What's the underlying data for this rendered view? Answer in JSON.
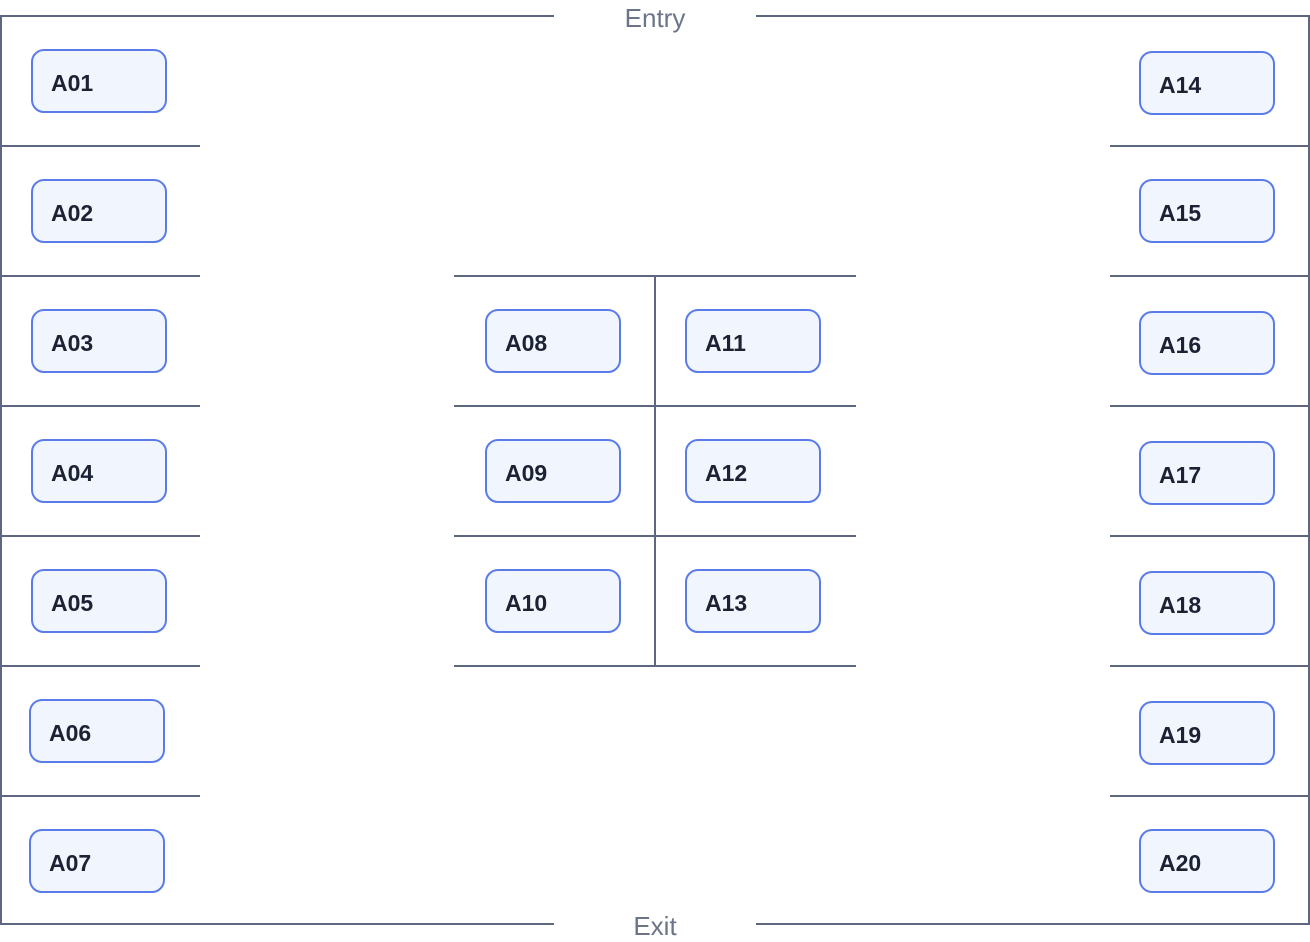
{
  "doors": {
    "entry": "Entry",
    "exit": "Exit"
  },
  "slots": {
    "A01": "A01",
    "A02": "A02",
    "A03": "A03",
    "A04": "A04",
    "A05": "A05",
    "A06": "A06",
    "A07": "A07",
    "A08": "A08",
    "A09": "A09",
    "A10": "A10",
    "A11": "A11",
    "A12": "A12",
    "A13": "A13",
    "A14": "A14",
    "A15": "A15",
    "A16": "A16",
    "A17": "A17",
    "A18": "A18",
    "A19": "A19",
    "A20": "A20"
  },
  "colors": {
    "wall": "#5d6780",
    "slot_border": "#5b7ce8",
    "slot_fill": "#f1f5fd"
  }
}
